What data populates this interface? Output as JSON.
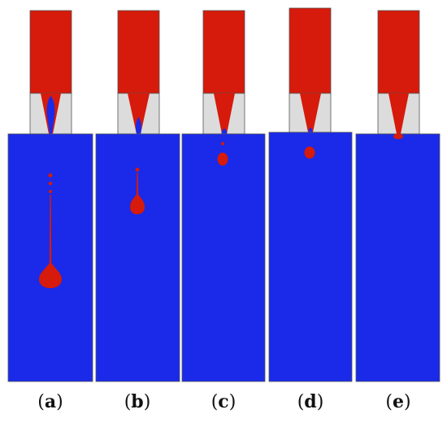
{
  "colors": {
    "dispersed_phase": "#d61a0b",
    "continuous_phase": "#1a2ae8",
    "nozzle_wall": "#dcdcdc",
    "outline": "#555555"
  },
  "panels": [
    {
      "label_open": "(",
      "label_letter": "a",
      "label_close": ")"
    },
    {
      "label_open": "(",
      "label_letter": "b",
      "label_close": ")"
    },
    {
      "label_open": "(",
      "label_letter": "c",
      "label_close": ")"
    },
    {
      "label_open": "(",
      "label_letter": "d",
      "label_close": ")"
    },
    {
      "label_open": "(",
      "label_letter": "e",
      "label_close": ")"
    }
  ]
}
